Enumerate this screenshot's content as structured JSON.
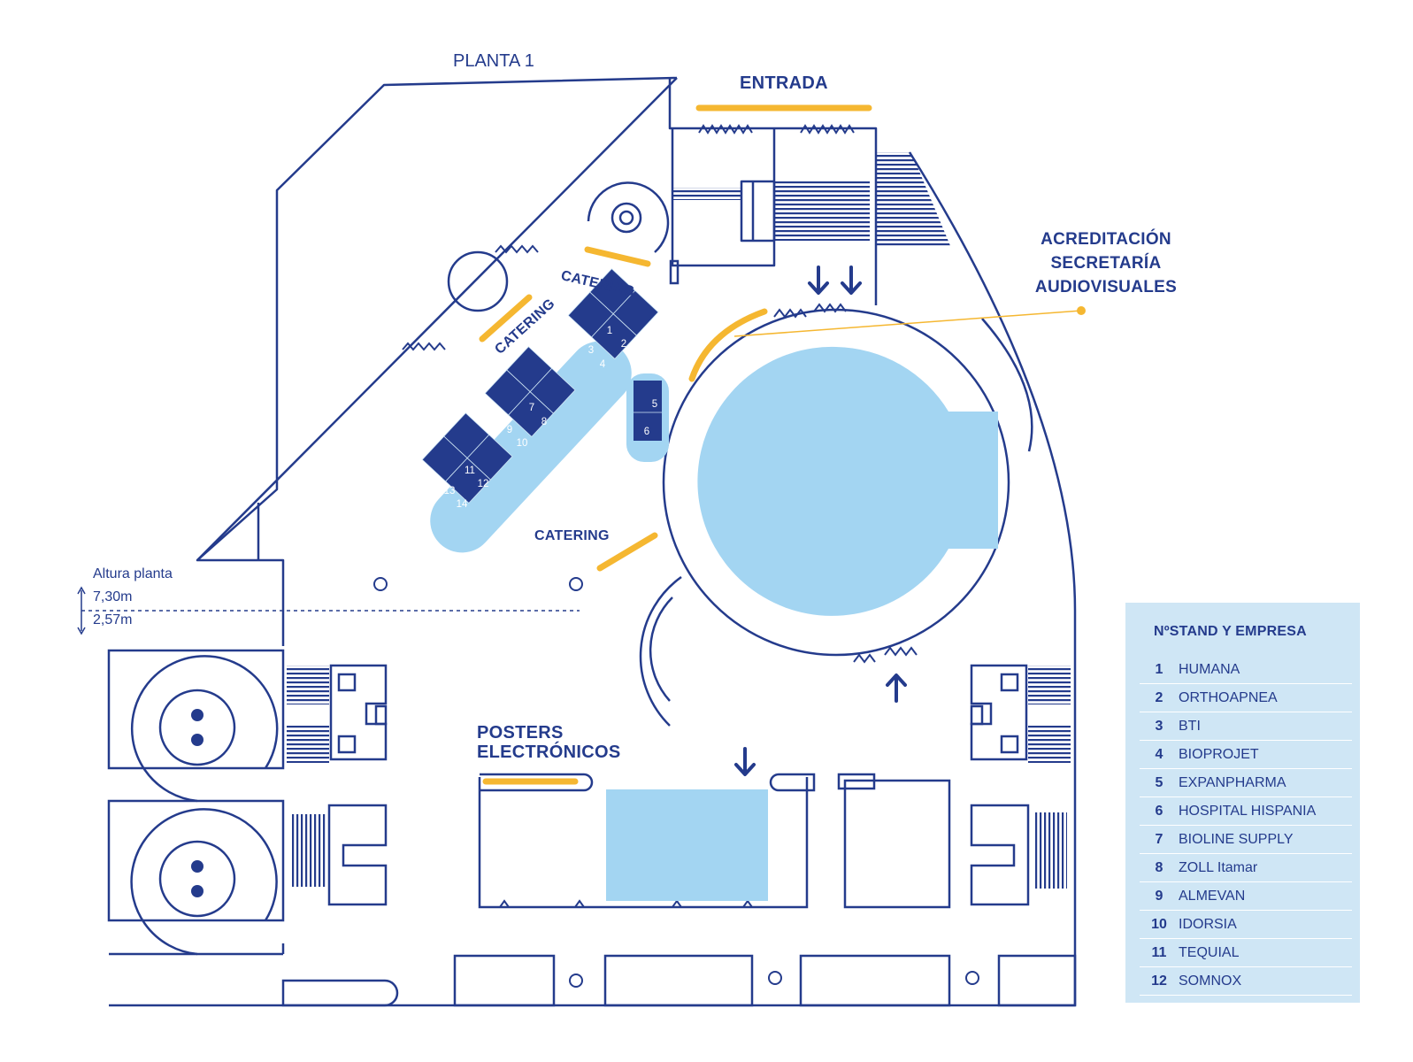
{
  "floor_label": "PLANTA 1",
  "labels": {
    "entrance": "ENTRADA",
    "services": [
      "ACREDITACIÓN",
      "SECRETARÍA",
      "AUDIOVISUALES"
    ],
    "catering": "CATERING",
    "posters": [
      "POSTERS",
      "ELECTRÓNICOS"
    ],
    "height_title": "Altura planta",
    "height_upper": "7,30m",
    "height_lower": "2,57m"
  },
  "stand_numbers": [
    "1",
    "2",
    "3",
    "4",
    "5",
    "6",
    "7",
    "8",
    "9",
    "10",
    "11",
    "12",
    "13",
    "14"
  ],
  "legend": {
    "title": "NºSTAND Y EMPRESA",
    "rows": [
      {
        "num": "1",
        "name": "HUMANA"
      },
      {
        "num": "2",
        "name": "ORTHOAPNEA"
      },
      {
        "num": "3",
        "name": "BTI"
      },
      {
        "num": "4",
        "name": "BIOPROJET"
      },
      {
        "num": "5",
        "name": "EXPANPHARMA"
      },
      {
        "num": "6",
        "name": "HOSPITAL HISPANIA"
      },
      {
        "num": "7",
        "name": "BIOLINE SUPPLY"
      },
      {
        "num": "8",
        "name": "ZOLL Itamar"
      },
      {
        "num": "9",
        "name": "ALMEVAN"
      },
      {
        "num": "10",
        "name": "IDORSIA"
      },
      {
        "num": "11",
        "name": "TEQUIAL"
      },
      {
        "num": "12",
        "name": "SOMNOX"
      }
    ]
  },
  "colors": {
    "line": "#243b8c",
    "accent": "#f5b731",
    "water": "#a3d5f2",
    "stand": "#243b8c",
    "legend_bg": "#cfe6f5"
  }
}
